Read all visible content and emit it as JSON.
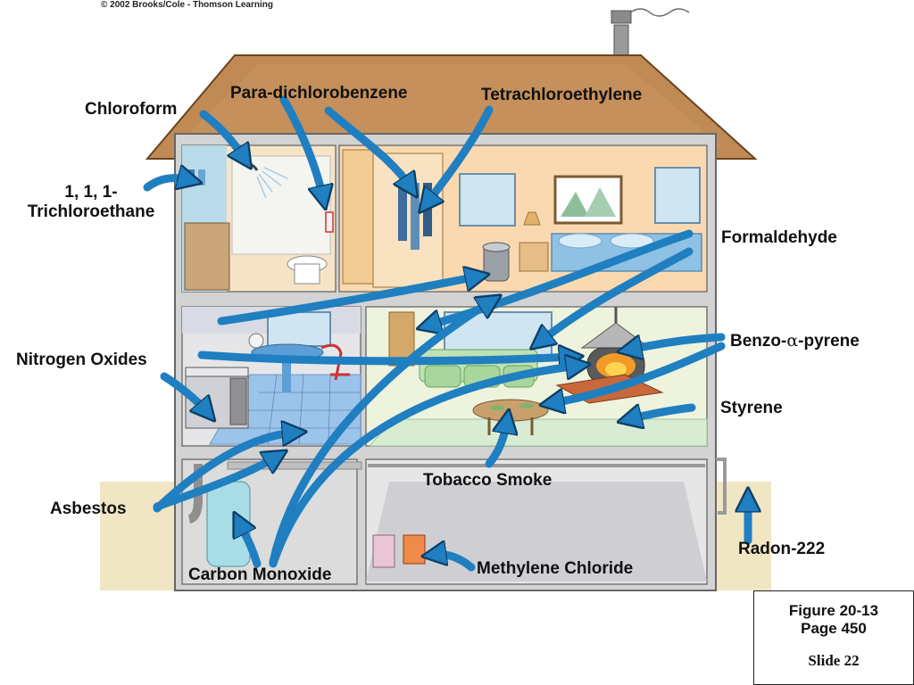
{
  "copyright": "© 2002 Brooks/Cole - Thomson Learning",
  "labels": {
    "chloroform": "Chloroform",
    "para_dichlorobenzene": "Para-dichlorobenzene",
    "tetrachloroethylene": "Tetrachloroethylene",
    "trichloroethane_line1": "1, 1, 1-",
    "trichloroethane_line2": "Trichloroethane",
    "formaldehyde": "Formaldehyde",
    "benzo_prefix": "Benzo-",
    "benzo_alpha": "α",
    "benzo_suffix": "-pyrene",
    "nitrogen_oxides": "Nitrogen Oxides",
    "styrene": "Styrene",
    "tobacco_smoke": "Tobacco Smoke",
    "asbestos": "Asbestos",
    "radon": "Radon-222",
    "carbon_monoxide": "Carbon Monoxide",
    "methylene_chloride": "Methylene Chloride"
  },
  "figure": {
    "line1": "Figure 20-13",
    "line2": "Page 450",
    "slide": "Slide 22"
  },
  "colors": {
    "arrow": "#1f7fc0",
    "roof": "#c08a55",
    "wall": "#d7d7d7",
    "ground": "#f1e6c4",
    "bedroom": "#fbd9b0",
    "livingroom": "#eef3dd",
    "kitchen_floor": "#9cc4ea"
  }
}
